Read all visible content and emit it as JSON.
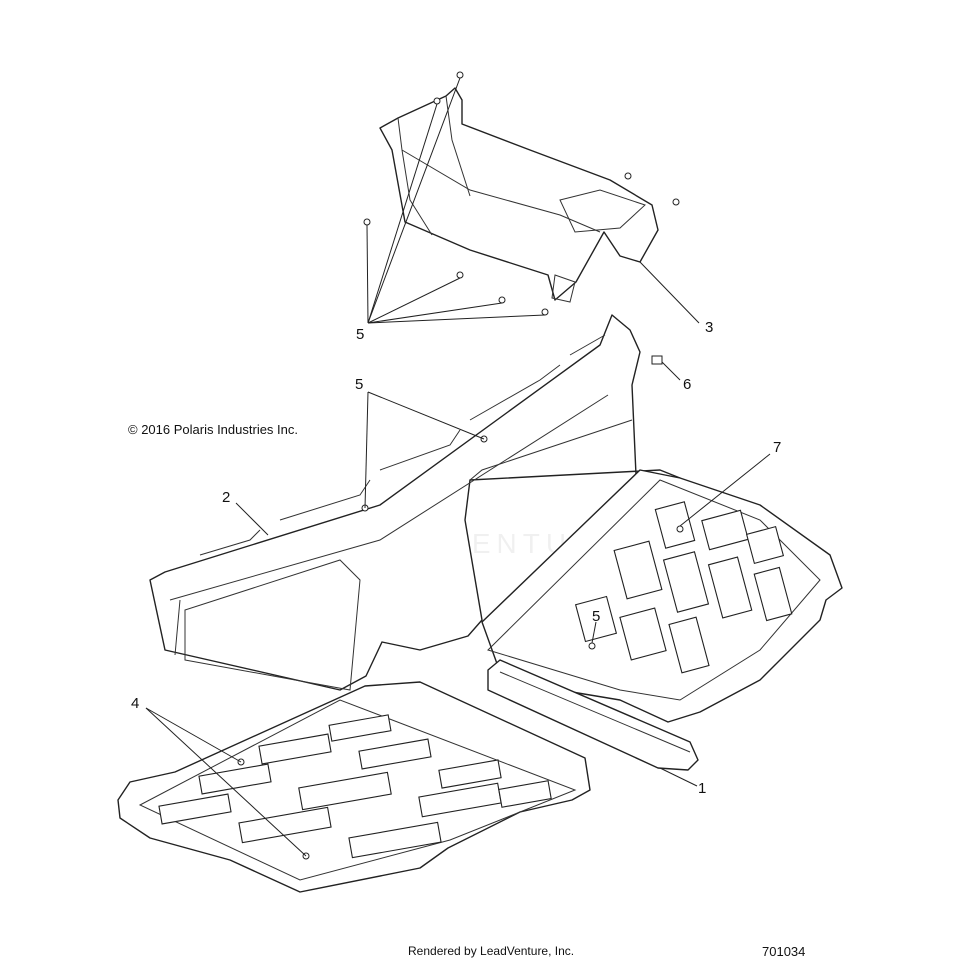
{
  "copyright": "© 2016 Polaris Industries Inc.",
  "footer": {
    "rendered_by": "Rendered by LeadVenture, Inc.",
    "diagram_number": "701034"
  },
  "watermark": "LEADVENTURE",
  "callouts": [
    {
      "id": "c1",
      "label": "1"
    },
    {
      "id": "c2",
      "label": "2"
    },
    {
      "id": "c3",
      "label": "3"
    },
    {
      "id": "c4",
      "label": "4"
    },
    {
      "id": "c5a",
      "label": "5"
    },
    {
      "id": "c5b",
      "label": "5"
    },
    {
      "id": "c5c",
      "label": "5"
    },
    {
      "id": "c6",
      "label": "6"
    },
    {
      "id": "c7",
      "label": "7"
    }
  ]
}
